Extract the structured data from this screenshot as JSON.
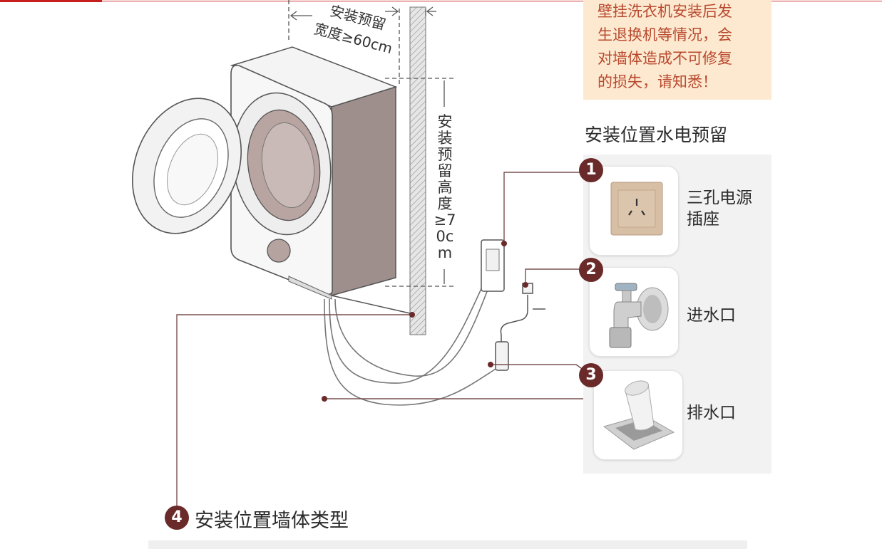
{
  "warning": {
    "lines": [
      "壁挂洗衣机安装后发",
      "生退换机等情况，会",
      "对墙体造成不可修复",
      "的损失，请知悉！"
    ]
  },
  "width_label": {
    "line1": "安装预留",
    "line2": "宽度≥60cm"
  },
  "height_label": "安装预留高度≥70cm",
  "water_section": {
    "title": "安装位置水电预留",
    "items": [
      {
        "number": "1",
        "label": "三孔电源\n插座",
        "icon": "power-socket"
      },
      {
        "number": "2",
        "label": "进水口",
        "icon": "water-tap"
      },
      {
        "number": "3",
        "label": "排水口",
        "icon": "floor-drain"
      }
    ]
  },
  "wall_section": {
    "number": "4",
    "title": "安装位置墙体类型"
  },
  "colors": {
    "warning_bg": "#fde9cf",
    "warning_text": "#b8492f",
    "badge": "#6b2a2a",
    "leader_line": "#7a5050",
    "top_bar": "#c81e1e"
  }
}
